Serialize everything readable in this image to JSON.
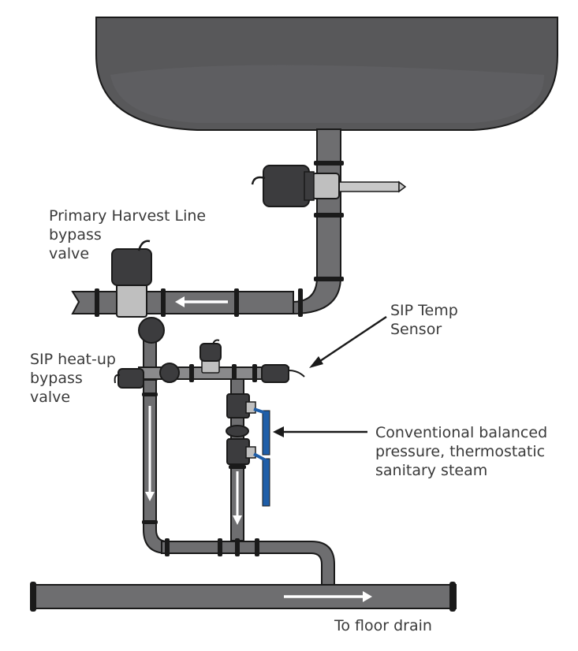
{
  "labels": {
    "primary_bypass": [
      "Primary Harvest Line",
      "bypass",
      "valve"
    ],
    "sip_heatup": [
      "SIP heat-up",
      "bypass",
      "valve"
    ],
    "sip_temp": [
      "SIP Temp",
      "Sensor"
    ],
    "conventional": [
      "Conventional balanced",
      "pressure, thermostatic",
      "sanitary steam"
    ],
    "floor_drain": "To floor drain"
  },
  "colors": {
    "tank": "#58585a",
    "tank_highlight": "#646467",
    "pipe": "#6e6e70",
    "outline": "#1a1a1a",
    "valve": "#3c3c3e",
    "fitting": "#bfbfbf",
    "steam_handle": "#1f5ea8",
    "arrow_white": "#ffffff",
    "label_text": "#3a3a3a"
  }
}
